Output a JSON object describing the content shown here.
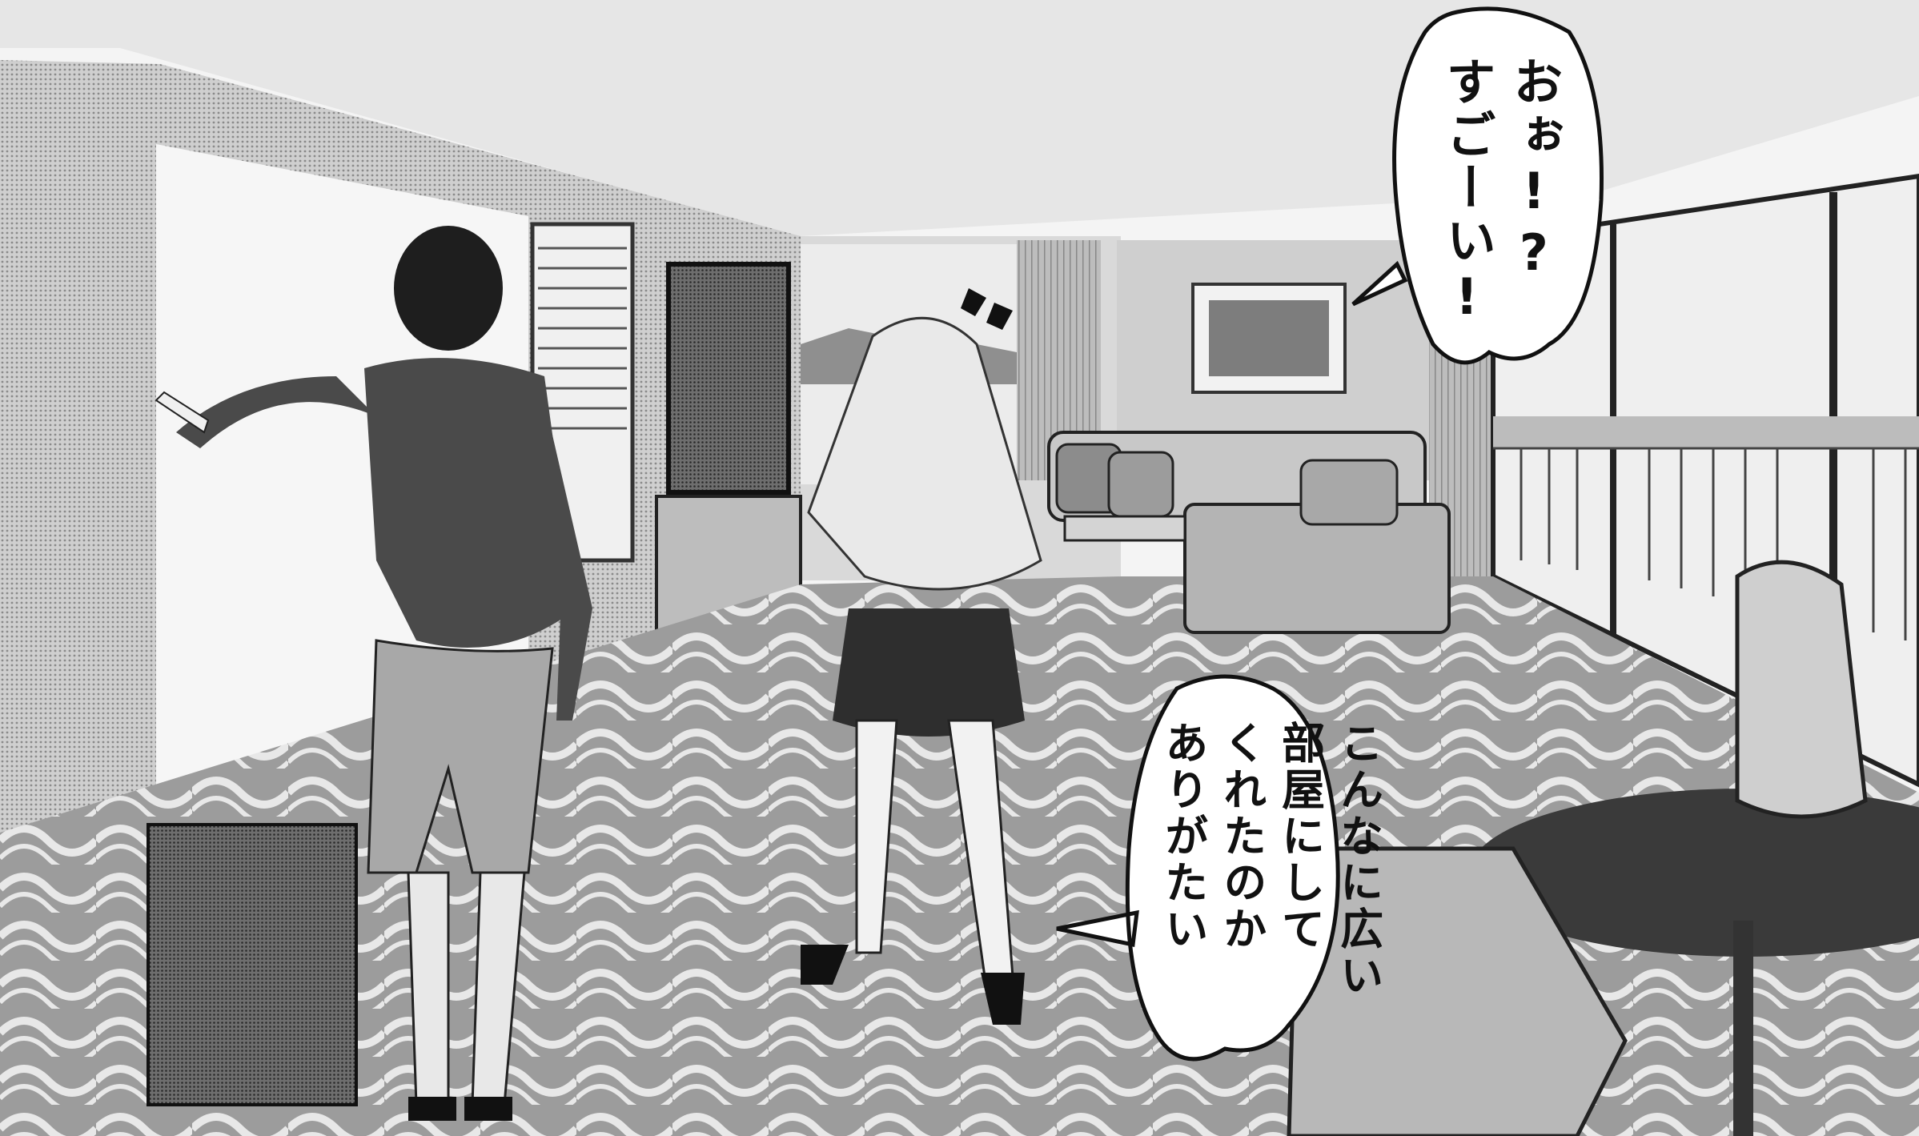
{
  "panel": {
    "speech_bubbles": [
      {
        "lines": [
          "おぉ!?",
          "すごーい!"
        ]
      },
      {
        "lines": [
          "こんなに広い",
          "部屋にして",
          "くれたのか",
          "ありがたい"
        ]
      }
    ],
    "sfx_marks": "‼"
  },
  "colors": {
    "ink": "#111111",
    "paper": "#f4f4f4",
    "mid_gray": "#9a9a9a",
    "light_gray": "#d6d6d6",
    "dark_gray": "#5a5a5a"
  }
}
